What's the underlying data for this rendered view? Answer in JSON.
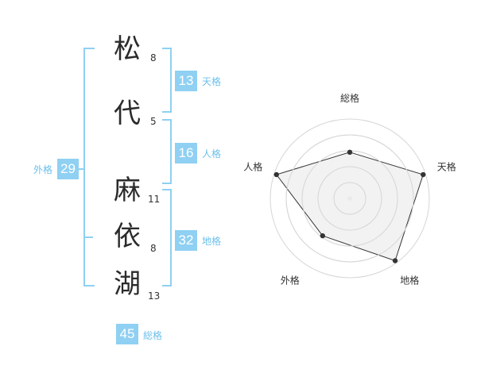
{
  "name_chars": [
    {
      "char": "松",
      "strokes": "8"
    },
    {
      "char": "代",
      "strokes": "5"
    },
    {
      "char": "麻",
      "strokes": "11"
    },
    {
      "char": "依",
      "strokes": "8"
    },
    {
      "char": "湖",
      "strokes": "13"
    }
  ],
  "fortunes": {
    "tenkaku": {
      "label": "天格",
      "value": "13"
    },
    "jinkaku": {
      "label": "人格",
      "value": "16"
    },
    "chikaku": {
      "label": "地格",
      "value": "32"
    },
    "gaikaku": {
      "label": "外格",
      "value": "29"
    },
    "soukaku": {
      "label": "総格",
      "value": "45"
    }
  },
  "colors": {
    "accent": "#8fd0f3",
    "accent_text": "#6cc0ec"
  },
  "chart_data": {
    "type": "radar",
    "axes": [
      "総格",
      "天格",
      "地格",
      "外格",
      "人格"
    ],
    "values": [
      3,
      5,
      5,
      3,
      5
    ],
    "max": 5,
    "rings": 4,
    "fill_color": "#f0f0f0",
    "line_color": "#333333"
  }
}
